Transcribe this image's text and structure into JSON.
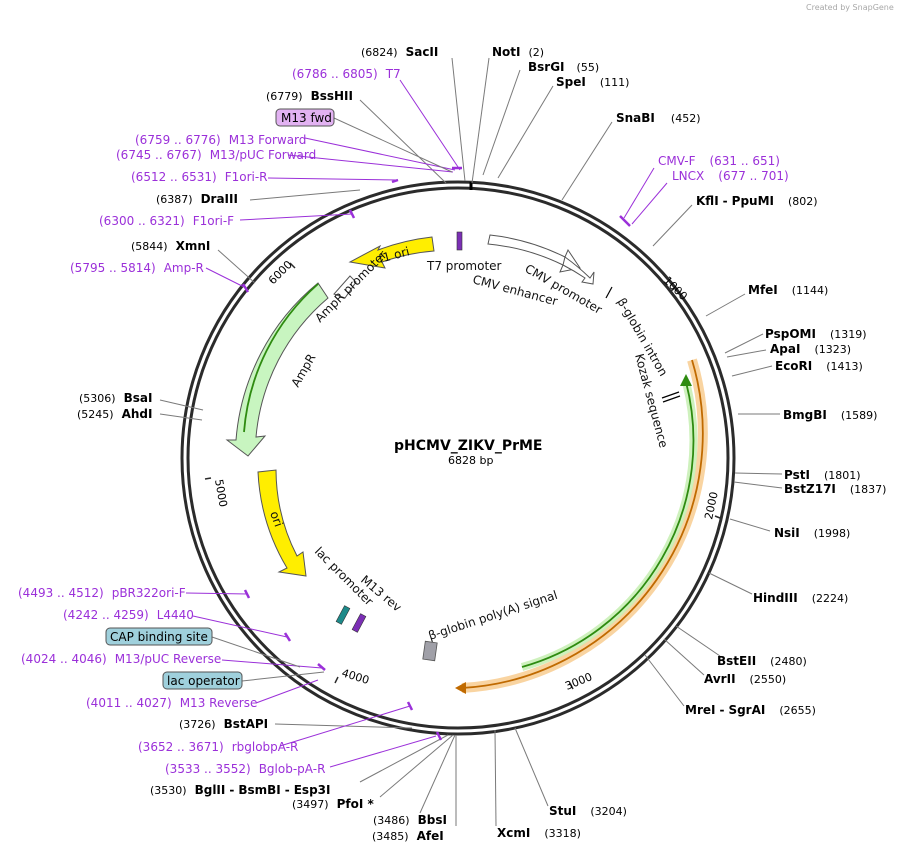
{
  "plasmid": {
    "name": "pHCMV_ZIKV_PrME",
    "length": "6828 bp"
  },
  "credit": "Created by SnapGene",
  "ruler": [
    "1000",
    "2000",
    "3000",
    "4000",
    "5000",
    "6000"
  ],
  "sites": [
    {
      "name": "NotI",
      "pos": "(2)"
    },
    {
      "name": "BsrGI",
      "pos": "(55)"
    },
    {
      "name": "SpeI",
      "pos": "(111)"
    },
    {
      "name": "SnaBI",
      "pos": "(452)"
    },
    {
      "name": "KflI",
      "name2": "PpuMI",
      "pos": "(802)"
    },
    {
      "name": "MfeI",
      "pos": "(1144)"
    },
    {
      "name": "PspOMI",
      "pos": "(1319)"
    },
    {
      "name": "ApaI",
      "pos": "(1323)"
    },
    {
      "name": "EcoRI",
      "pos": "(1413)"
    },
    {
      "name": "BmgBI",
      "pos": "(1589)"
    },
    {
      "name": "PstI",
      "pos": "(1801)"
    },
    {
      "name": "BstZ17I",
      "pos": "(1837)"
    },
    {
      "name": "NsiI",
      "pos": "(1998)"
    },
    {
      "name": "HindIII",
      "pos": "(2224)"
    },
    {
      "name": "BstEII",
      "pos": "(2480)"
    },
    {
      "name": "AvrII",
      "pos": "(2550)"
    },
    {
      "name": "MreI",
      "name2": "SgrAI",
      "pos": "(2655)"
    },
    {
      "name": "StuI",
      "pos": "(3204)"
    },
    {
      "name": "XcmI",
      "pos": "(3318)"
    },
    {
      "name": "AfeI",
      "pos": "(3485)"
    },
    {
      "name": "BbsI",
      "pos": "(3486)"
    },
    {
      "name": "PfoI *",
      "pos": "(3497)"
    },
    {
      "name": "BglII",
      "name2": "BsmBI",
      "name3": "Esp3I",
      "pos": "(3530)"
    },
    {
      "name": "BstAPI",
      "pos": "(3726)"
    },
    {
      "name": "AhdI",
      "pos": "(5245)"
    },
    {
      "name": "BsaI",
      "pos": "(5306)"
    },
    {
      "name": "XmnI",
      "pos": "(5844)"
    },
    {
      "name": "DraIII",
      "pos": "(6387)"
    },
    {
      "name": "BssHII",
      "pos": "(6779)"
    },
    {
      "name": "SacII",
      "pos": "(6824)"
    }
  ],
  "primers": [
    {
      "name": "T7",
      "range": "(6786 .. 6805)"
    },
    {
      "name": "M13 Forward",
      "range": "(6759 .. 6776)"
    },
    {
      "name": "M13/pUC Forward",
      "range": "(6745 .. 6767)"
    },
    {
      "name": "F1ori-R",
      "range": "(6512 .. 6531)"
    },
    {
      "name": "F1ori-F",
      "range": "(6300 .. 6321)"
    },
    {
      "name": "Amp-R",
      "range": "(5795 .. 5814)"
    },
    {
      "name": "CMV-F",
      "range": "(631 .. 651)"
    },
    {
      "name": "LNCX",
      "range": "(677 .. 701)"
    },
    {
      "name": "pBR322ori-F",
      "range": "(4493 .. 4512)"
    },
    {
      "name": "L4440",
      "range": "(4242 .. 4259)"
    },
    {
      "name": "M13/pUC Reverse",
      "range": "(4024 .. 4046)"
    },
    {
      "name": "M13 Reverse",
      "range": "(4011 .. 4027)"
    },
    {
      "name": "rbglobpA-R",
      "range": "(3652 .. 3671)"
    },
    {
      "name": "Bglob-pA-R",
      "range": "(3533 .. 3552)"
    }
  ],
  "boxed_features": {
    "m13_fwd": "M13 fwd",
    "cap_binding_site": "CAP binding site",
    "lac_operator": "lac operator"
  },
  "features": {
    "f1_ori": "f1 ori",
    "t7_promoter": "T7 promoter",
    "cmv_enhancer": "CMV enhancer",
    "cmv_promoter": "CMV promoter",
    "beta_globin_intron": "β-globin intron",
    "kozak": "Kozak sequence",
    "ampr_promoter": "AmpR promoter",
    "ampr": "AmpR",
    "ori": "ori",
    "lac_promoter": "lac promoter",
    "m13_rev": "M13 rev",
    "polya": "β-globin poly(A) signal"
  },
  "colors": {
    "primer": "#9b30d9",
    "ampr_fill": "#c8f5c0",
    "yellow": "#ffee00",
    "orange": "#f0a23b",
    "green": "#2e8b10",
    "boxed_purple": "#e2b2f2",
    "boxed_teal": "#9fd0dc"
  }
}
